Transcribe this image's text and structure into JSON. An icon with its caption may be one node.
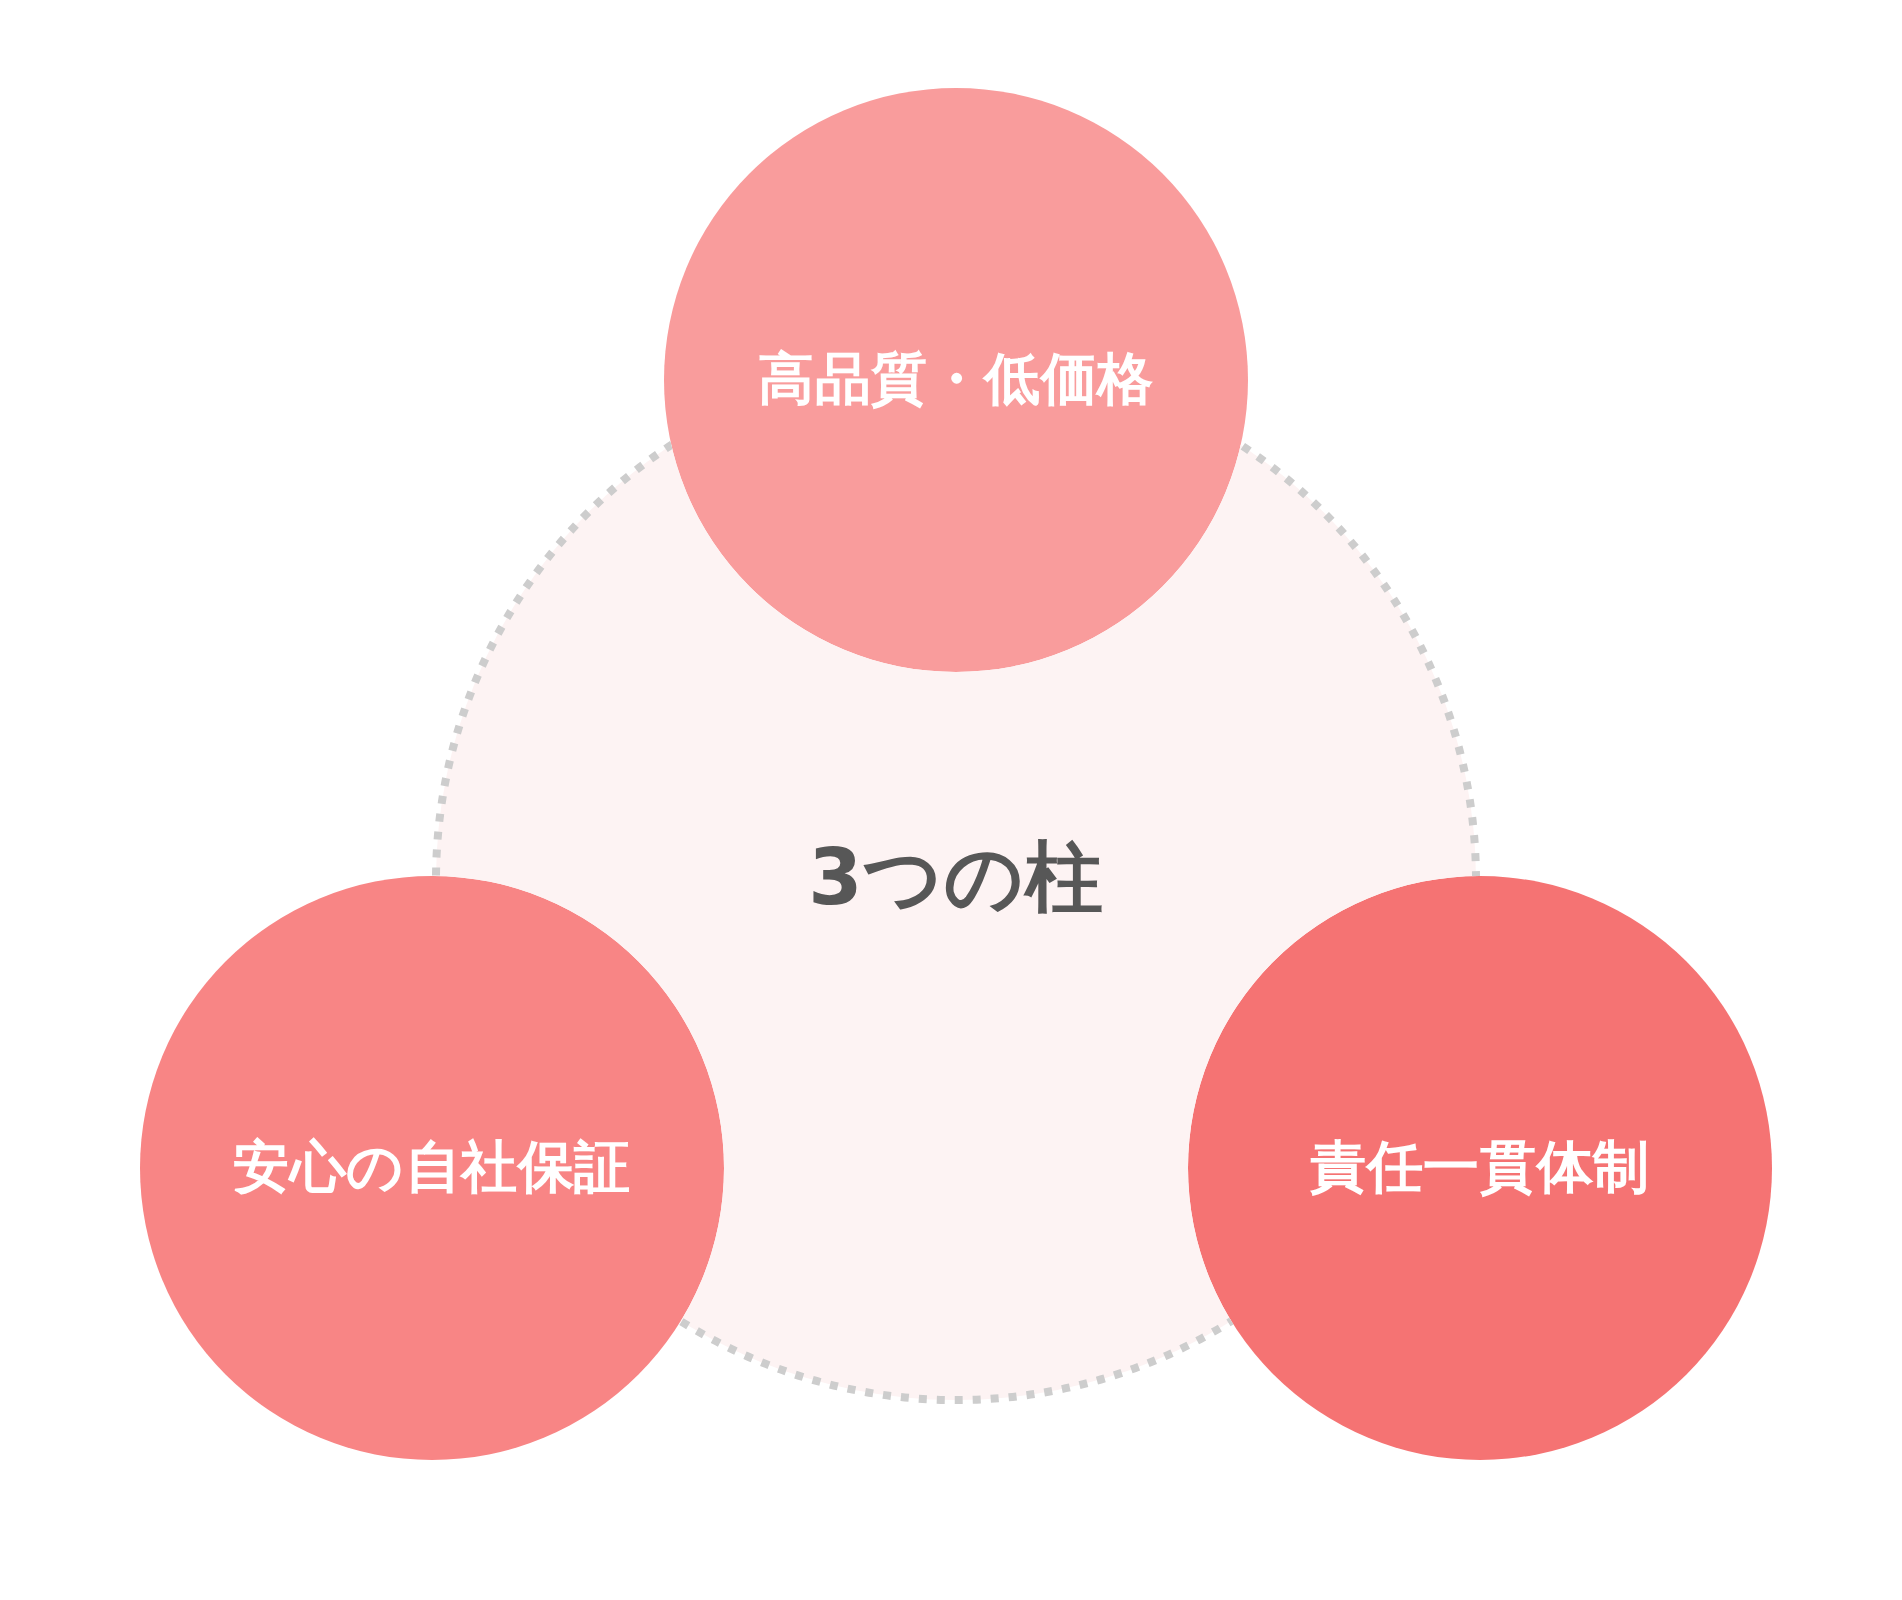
{
  "diagram": {
    "nodes": [
      {
        "text": [
          "3つの柱"
        ]
      },
      {
        "text": [
          "高品質・低価格"
        ]
      },
      {
        "text": [
          "安心の自社保証"
        ]
      },
      {
        "text": [
          "責任一貫体制"
        ]
      }
    ]
  }
}
